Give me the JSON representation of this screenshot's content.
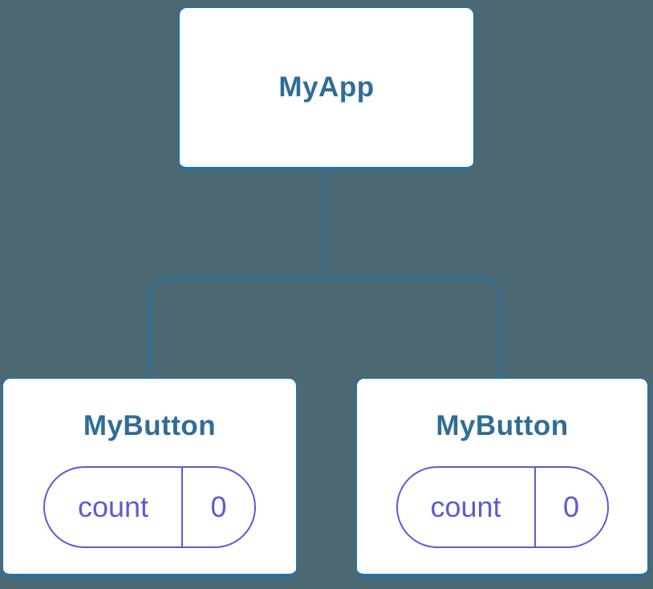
{
  "diagram": {
    "type": "component-tree",
    "root": {
      "label": "MyApp"
    },
    "children": [
      {
        "label": "MyButton",
        "state": {
          "key": "count",
          "value": "0"
        }
      },
      {
        "label": "MyButton",
        "state": {
          "key": "count",
          "value": "0"
        }
      }
    ]
  },
  "colors": {
    "bg": "#4C6972",
    "blue": "#2E6F9E",
    "text-blue": "#2F6D96",
    "purple": "#5C5BD4",
    "card-bg": "#FFFFFF"
  }
}
